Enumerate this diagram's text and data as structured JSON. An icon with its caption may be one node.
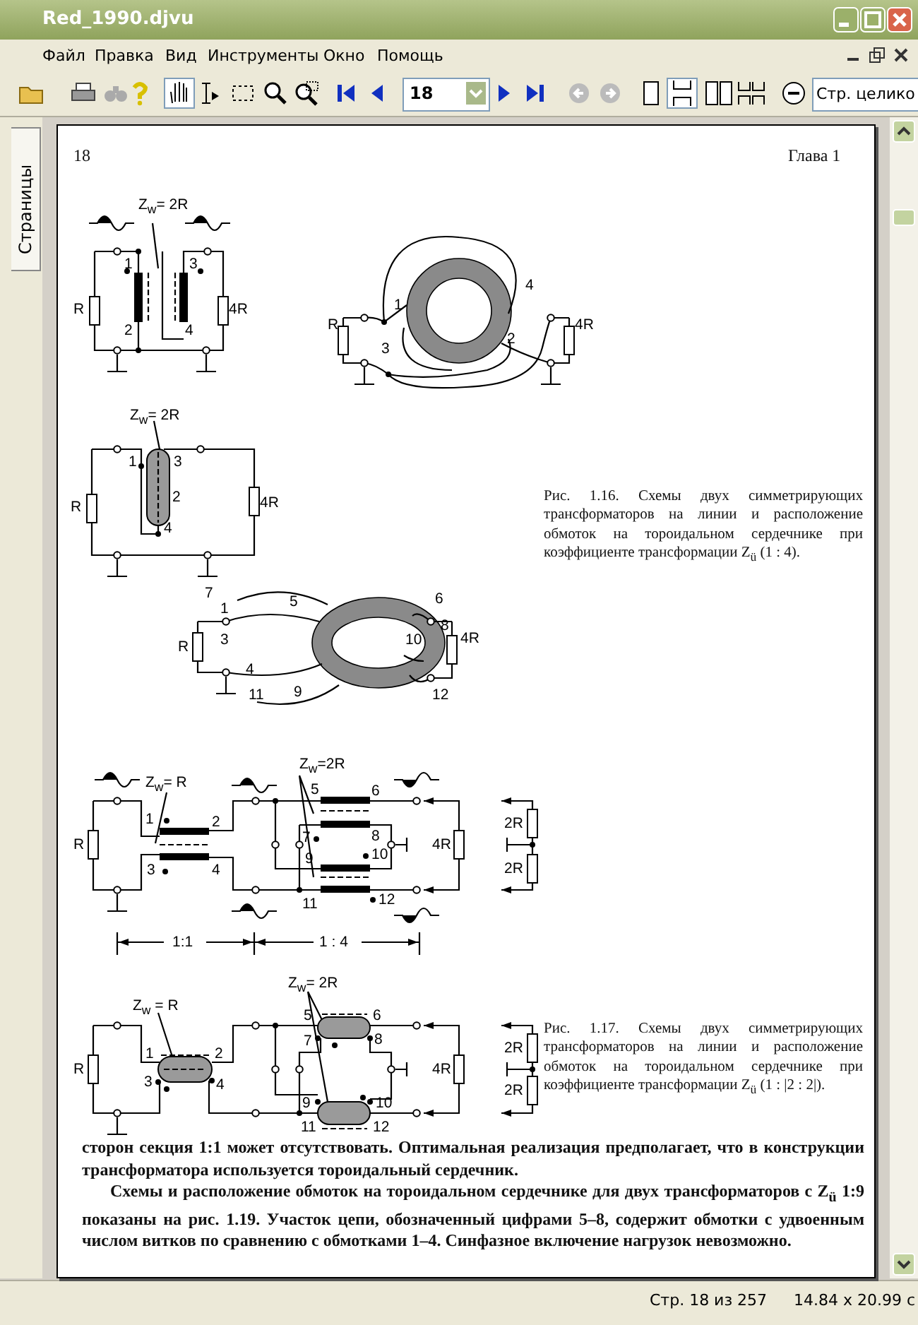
{
  "diagram": {
    "labels": [
      "Red_1990.djvu",
      "Файл",
      "Правка",
      "Вид",
      "Инструменты",
      "Окно",
      "Помощь",
      "18",
      "Стр. целико",
      "Страницы",
      "18",
      "Глава 1",
      "Z$_{w}$= 2R",
      "1",
      "3",
      "R",
      "4R",
      "2",
      "4",
      "4",
      "1",
      "R",
      "4R",
      "3",
      "2",
      "Z$_{w}$= 2R",
      "1",
      "3",
      "R",
      "2",
      "4R",
      "4",
      "Рис. 1.16. Схемы двух симметрирующих трансформаторов на линии и расположение обмоток на тороидальном сердечнике при коэффициенте трансформации Z$_{ü}$ (1 : 4).",
      "7",
      "1",
      "5",
      "6",
      "8",
      "R",
      "3",
      "10",
      "4R",
      "4",
      "11",
      "9",
      "12",
      "Z$_{w}$=2R",
      "Z$_{w}$= R",
      "5",
      "6",
      "1",
      "2",
      "7",
      "8",
      "R",
      "4R",
      "2R",
      "3",
      "4",
      "9",
      "10",
      "2R",
      "11",
      "12",
      "1:1",
      "1 : 4",
      "Z$_{w}$= 2R",
      "Z$_{w}$ = R",
      "5",
      "6",
      "7",
      "8",
      "2R",
      "1",
      "2",
      "R",
      "4R",
      "3",
      "4",
      "2R",
      "9",
      "10",
      "11",
      "12",
      "Рис. 1.17. Схемы двух симметрирующих трансформаторов на линии и расположение обмоток на тороидальном сердечнике при коэффициенте трансформации Z$_{ü}$ (1 : |2 : 2|).",
      "сторон секция 1:1 может отсутствовать. Оптимальная реализация предполагает, что в конструкции трансформатора используется тороидальный сердечник.",
      "Схемы и расположение обмоток на тороидальном сердечнике для двух трансформаторов с Z$_{ü}$ 1:9 показаны на рис. 1.19. Участок цепи, обозначенный цифрами 5–8, содержит обмотки с удвоенным числом витков по сравнению с обмотками 1–4. Синфазное включение нагрузок невозможно.",
      "Стр. 18 из 257",
      "14.84 x 20.99 с"
    ]
  }
}
